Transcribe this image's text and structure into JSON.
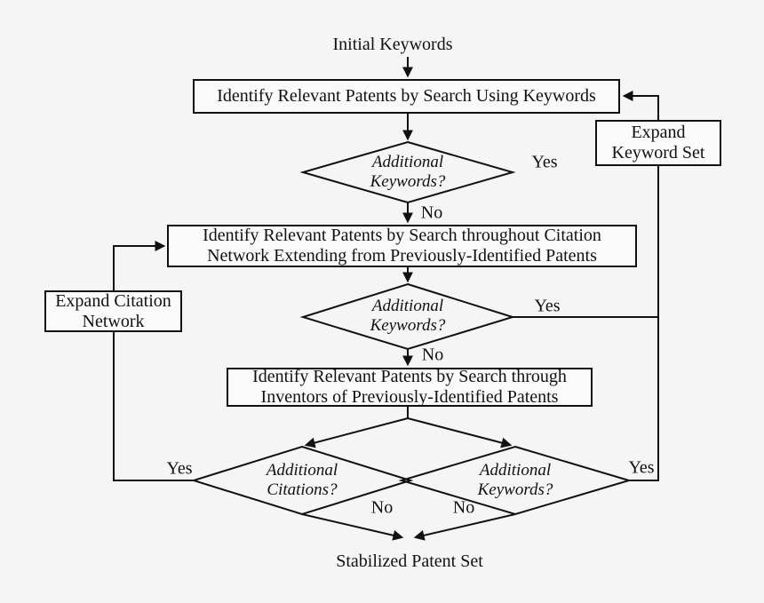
{
  "colors": {
    "background": "#f5f5f5",
    "line": "#111111",
    "box_fill": "#fafafa"
  },
  "nodes": {
    "start": "Initial Keywords",
    "box1": "Identify Relevant Patents by Search Using Keywords",
    "decision1": {
      "line1": "Additional",
      "line2": "Keywords?"
    },
    "expand_keyword": {
      "line1": "Expand",
      "line2": "Keyword Set"
    },
    "box2": {
      "line1": "Identify Relevant Patents by Search throughout Citation",
      "line2": "Network Extending from Previously-Identified Patents"
    },
    "expand_citation": {
      "line1": "Expand Citation",
      "line2": "Network"
    },
    "decision2": {
      "line1": "Additional",
      "line2": "Keywords?"
    },
    "box3": {
      "line1": "Identify Relevant Patents by Search through",
      "line2": "Inventors of Previously-Identified Patents"
    },
    "decision3": {
      "line1": "Additional",
      "line2": "Citations?"
    },
    "decision4": {
      "line1": "Additional",
      "line2": "Keywords?"
    },
    "end": "Stabilized Patent Set"
  },
  "edge_labels": {
    "yes1": "Yes",
    "yes2": "Yes",
    "yes3": "Yes",
    "yes4": "Yes",
    "no1": "No",
    "no2": "No",
    "no3": "No",
    "no4": "No"
  }
}
